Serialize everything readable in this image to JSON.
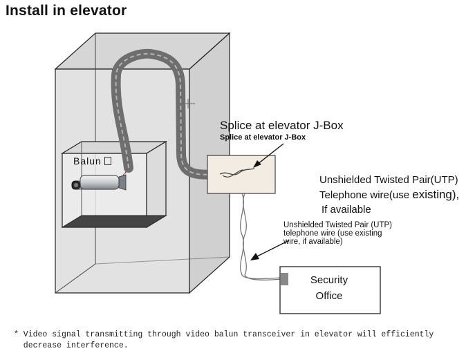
{
  "title": "Install in elevator",
  "labels": {
    "splice_large": "Splice at elevator J-Box",
    "splice_small": "Splice at elevator J-Box",
    "utp_large_line1": "Unshielded Twisted Pair(UTP)",
    "utp_large_line2a": "Telephone wire(use ",
    "utp_large_line2b": "existing",
    "utp_large_line2c": "),",
    "utp_large_line3": "If available",
    "utp_small_line1": "Unshielded Twisted Pair (UTP)",
    "utp_small_line2": "telephone wire (use existing",
    "utp_small_line3": "wire, if available)",
    "balun": "Balun",
    "security_line1": "Security",
    "security_line2": "Office"
  },
  "footnote": {
    "line1": "* Video signal transmitting through video balun transceiver in elevator will efficiently",
    "line2": "  decrease interference."
  },
  "colors": {
    "shaft_fill": "#e2e2e2",
    "shaft_stroke": "#222222",
    "cable": "#6e6e6e",
    "wire": "#777777",
    "jbox_fill": "#f3ece2"
  }
}
